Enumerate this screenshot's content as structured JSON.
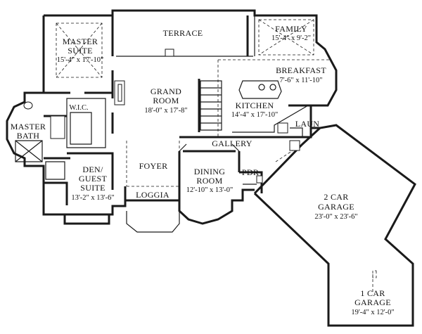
{
  "rooms": {
    "terrace": {
      "name": "TERRACE"
    },
    "family": {
      "name": "FAMILY",
      "dims": "15'-4\" x 9'-2\""
    },
    "master_suite": {
      "name1": "MASTER",
      "name2": "SUITE",
      "dims": "15'-4\" x 17'-10\""
    },
    "breakfast": {
      "name": "BREAKFAST",
      "dims": "7'-6\" x 11'-10\""
    },
    "grand_room": {
      "name1": "GRAND",
      "name2": "ROOM",
      "dims": "18'-0\" x 17'-8\""
    },
    "kitchen": {
      "name": "KITCHEN",
      "dims": "14'-4\" x 17'-10\""
    },
    "wic": {
      "name": "W.I.C."
    },
    "master_bath": {
      "name1": "MASTER",
      "name2": "BATH"
    },
    "laun": {
      "name": "LAUN"
    },
    "gallery": {
      "name": "GALLERY"
    },
    "foyer": {
      "name": "FOYER"
    },
    "den": {
      "name1": "DEN/",
      "name2": "GUEST",
      "name3": "SUITE",
      "dims": "13'-2\" x 13'-6\""
    },
    "dining": {
      "name1": "DINING",
      "name2": "ROOM",
      "dims": "12'-10\" x 13'-0\""
    },
    "pdr": {
      "name": "PDR"
    },
    "loggia": {
      "name": "LOGGIA"
    },
    "garage2": {
      "name": "2 CAR",
      "name2": "GARAGE",
      "dims": "23'-0\" x 23'-6\""
    },
    "garage1": {
      "name": "1 CAR",
      "name2": "GARAGE",
      "dims": "19'-4\" x 12'-0\""
    }
  }
}
